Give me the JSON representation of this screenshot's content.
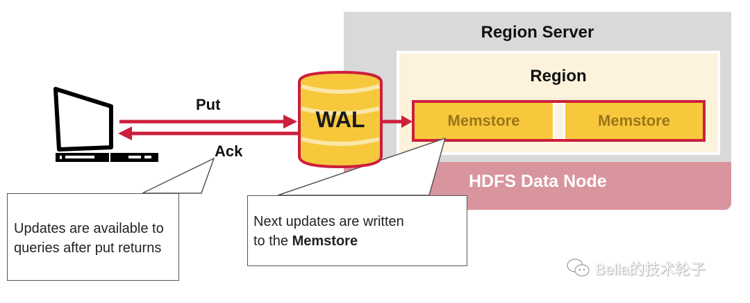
{
  "diagram": {
    "region_server": {
      "title": "Region Server"
    },
    "region": {
      "title": "Region"
    },
    "memstores": [
      {
        "label": "Memstore"
      },
      {
        "label": "Memstore"
      }
    ],
    "hdfs": {
      "label": "HDFS Data Node"
    },
    "wal": {
      "label": "WAL"
    },
    "arrows": {
      "put_label": "Put",
      "ack_label": "Ack"
    },
    "callouts": [
      {
        "lines": [
          "Updates are available to",
          "queries after put returns"
        ]
      },
      {
        "line1": "Next updates are written",
        "line2_prefix": "to the ",
        "line2_bold": "Memstore"
      }
    ],
    "icons": {
      "client": "laptop-icon",
      "watermark": "wechat-icon"
    },
    "colors": {
      "accent_red": "#cc1f3d",
      "wal_yellow": "#f8c83c",
      "hdfs_pink": "#d9959e",
      "server_gray": "#d9d9d9"
    }
  },
  "watermark": {
    "text": "Bella的技术轮子"
  }
}
